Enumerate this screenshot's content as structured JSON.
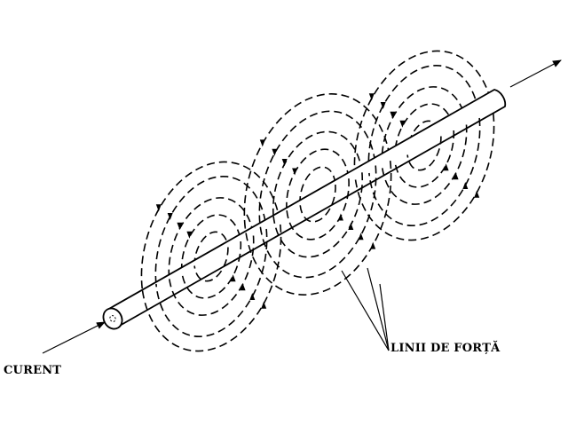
{
  "labels": {
    "current": "CURENT",
    "field_lines": "LINII DE FORȚĂ"
  },
  "colors": {
    "ink": "#000000",
    "paper": "#ffffff"
  },
  "diagram": {
    "subject": "current-carrying conductor with circular magnetic field lines",
    "field_line_groups": 3,
    "rings_per_group": 5,
    "line_style": "dashed",
    "arrow_direction": "current flows along the conductor toward upper-right"
  }
}
